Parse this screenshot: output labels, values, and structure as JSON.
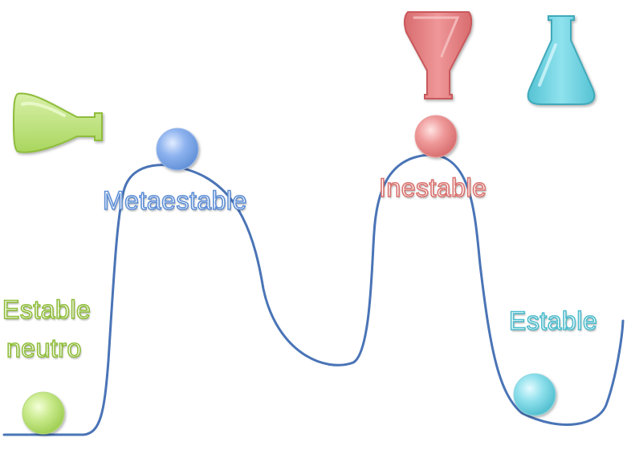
{
  "labels": {
    "neutral_stable_line1": "Estable",
    "neutral_stable_line2": "neutro",
    "metastable": "Metaestable",
    "unstable": "Inestable",
    "stable": "Estable"
  },
  "icons": {
    "green_flask": "tipped-flask-icon",
    "red_flask": "inverted-funnel-flask-icon",
    "cyan_flask": "erlenmeyer-flask-icon"
  },
  "colors": {
    "curve": "#4a74b6",
    "neutral_green": "#b9e07a",
    "metastable_blue": "#7ea6e6",
    "unstable_red": "#e8888a",
    "stable_cyan": "#78d6e6"
  }
}
